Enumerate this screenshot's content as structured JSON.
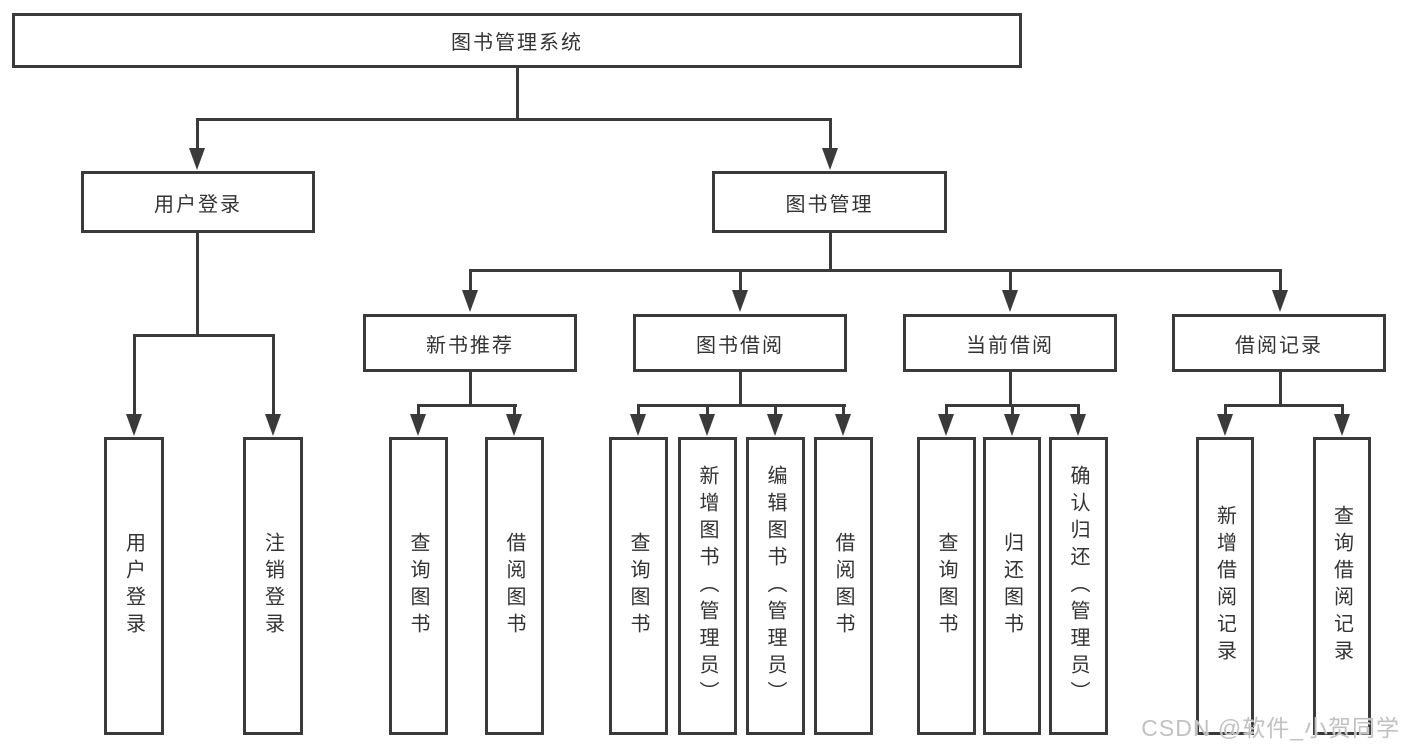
{
  "diagram": {
    "root": "图书管理系统",
    "level2": {
      "user_login": "用户登录",
      "book_management": "图书管理"
    },
    "level3": {
      "new_book": "新书推荐",
      "book_borrow": "图书借阅",
      "current_borrow": "当前借阅",
      "borrow_record": "借阅记录"
    },
    "leaves": {
      "user_login": "用户登录",
      "logout": "注销登录",
      "query_book_1": "查询图书",
      "borrow_book_1": "借阅图书",
      "query_book_2": "查询图书",
      "add_book": "新增图书（管理员）",
      "edit_book": "编辑图书（管理员）",
      "borrow_book_2": "借阅图书",
      "query_book_3": "查询图书",
      "return_book": "归还图书",
      "confirm_return": "确认归还（管理员）",
      "add_borrow_record": "新增借阅记录",
      "query_borrow_record": "查询借阅记录"
    },
    "watermark": "CSDN @软件_小贺同学"
  },
  "colors": {
    "line": "#3a3a3a",
    "text": "#333333",
    "watermark": "#c1c1c1",
    "background": "#ffffff"
  }
}
